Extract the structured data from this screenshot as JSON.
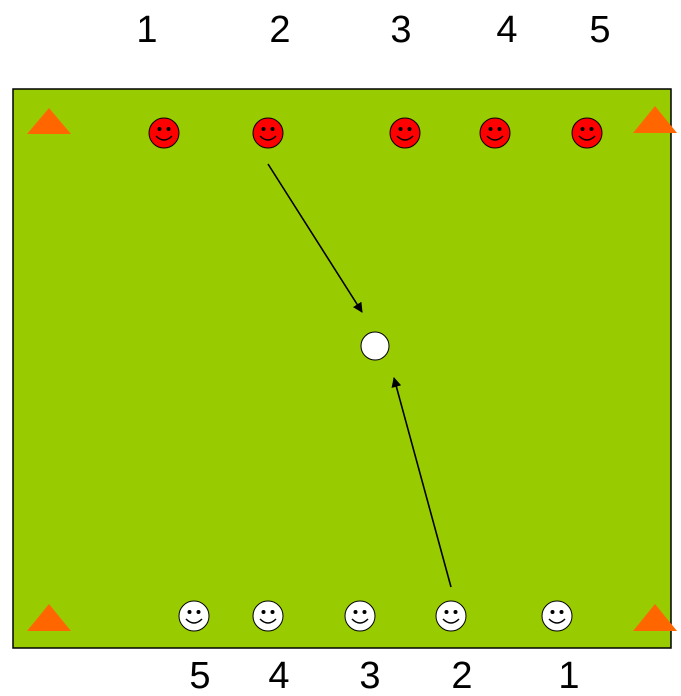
{
  "colors": {
    "field": "#99CC00",
    "field_border": "#000000",
    "cone": "#FF6600",
    "red_team": "#FF0000",
    "white_team": "#FFFFFF",
    "ball": "#FFFFFF",
    "arrow": "#000000",
    "text": "#000000"
  },
  "top_numbers": [
    "1",
    "2",
    "3",
    "4",
    "5"
  ],
  "bottom_numbers": [
    "5",
    "4",
    "3",
    "2",
    "1"
  ],
  "icons": {
    "cone": "orange-triangle-cone-icon",
    "red_player": "red-smiley-face-icon",
    "white_player": "white-smiley-face-icon",
    "ball": "white-circle-ball-icon"
  }
}
